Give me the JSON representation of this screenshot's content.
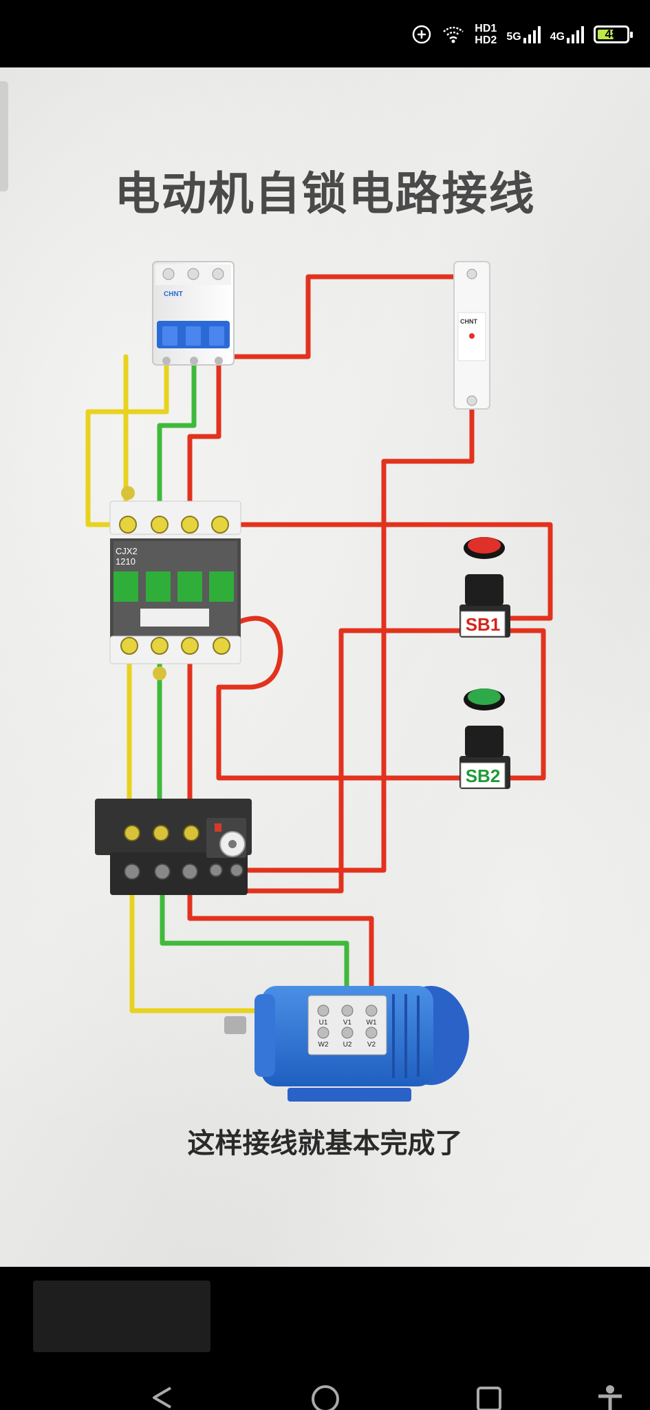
{
  "status_bar": {
    "hd_line1": "HD1",
    "hd_line2": "HD2",
    "net1": "5G",
    "net2": "4G",
    "battery": "48"
  },
  "diagram": {
    "title": "电动机自锁电路接线",
    "caption": "这样接线就基本完成了",
    "contactor_model_line1": "CJX2",
    "contactor_model_line2": "1210",
    "breaker_brand": "CHNT",
    "fuse_brand": "CHNT",
    "button_stop_label": "SB1",
    "button_start_label": "SB2",
    "motor_terminals_top": [
      "U1",
      "V1",
      "W1"
    ],
    "motor_terminals_bottom": [
      "W2",
      "U2",
      "V2"
    ],
    "wire_colors": {
      "phase_a": "#e8d21e",
      "phase_b": "#3fb93a",
      "phase_c": "#e2321e"
    },
    "button_colors": {
      "stop": "#e0302a",
      "start": "#2faa4a"
    }
  }
}
